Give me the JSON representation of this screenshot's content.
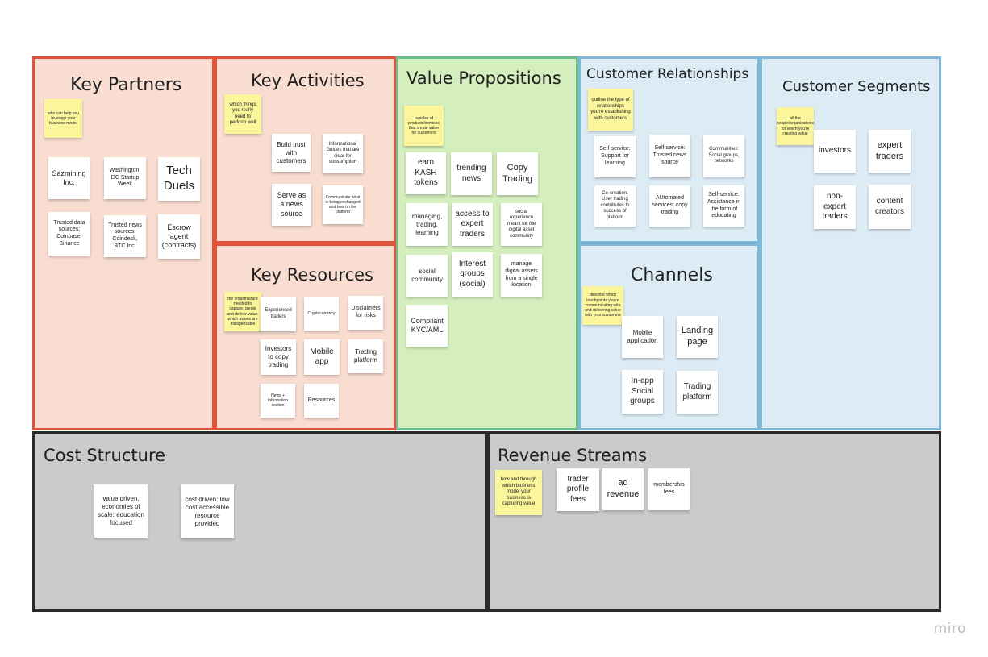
{
  "sections": {
    "key_partners": {
      "title": "Key Partners",
      "guide": "who can help you leverage your business model",
      "notes": [
        "Sazmining Inc.",
        "Washington, DC Startup Week",
        "Tech Duels",
        "Trusted data sources: Coinbase, Binance",
        "Trusted news sources: Coindesk, BTC Inc.",
        "Escrow agent (contracts)"
      ]
    },
    "key_activities": {
      "title": "Key Activities",
      "guide": "which things you really need to perform well",
      "notes": [
        "Build trust with customers",
        "Informational Guides that are clear for consumption",
        "Serve as a news source",
        "Communicate what is being exchanged and how on the platform"
      ]
    },
    "key_resources": {
      "title": "Key Resources",
      "guide": "the infrastructure needed to capture, create and deliver value. which assets are indispensable",
      "notes": [
        "Experienced traders",
        "Cryptocurrency",
        "Disclaimers for risks",
        "Investors to copy trading",
        "Mobile app",
        "Trading platform",
        "News + Information section",
        "Resources"
      ]
    },
    "value_propositions": {
      "title": "Value Propositions",
      "guide": "bundles of products/services that create value for customers",
      "notes": [
        "earn KASH tokens",
        "trending news",
        "Copy Trading",
        "managing, trading, learning",
        "access to expert traders",
        "social experience meant for the digital asset community",
        "social community",
        "Interest groups (social)",
        "manage digital assets from a single location",
        "Compliant KYC/AML"
      ]
    },
    "customer_relationships": {
      "title": "Customer Relationships",
      "guide": "outline the type of relationships you're establishing with customers",
      "notes": [
        "Self-service: Support for learning",
        "Self service: Trusted news source",
        "Communities: Social groups, networks",
        "Co-creation: User trading contributes to success of platform",
        "AUtomated services: copy trading",
        "Self-service: Assistance in the form of educating"
      ]
    },
    "channels": {
      "title": "Channels",
      "guide": "describe which touchpoints you're communicating with and delivering value with your customers",
      "notes": [
        "Mobile application",
        "Landing page",
        "In-app Social groups",
        "Trading platform"
      ]
    },
    "customer_segments": {
      "title": "Customer Segments",
      "guide": "all the people/organizations for which you're creating value",
      "notes": [
        "investors",
        "expert traders",
        "non-expert traders",
        "content creators"
      ]
    },
    "cost_structure": {
      "title": "Cost Structure",
      "notes": [
        "value driven, economies of scale: education focused",
        "cost driven: low cost accessible resource provided"
      ]
    },
    "revenue_streams": {
      "title": "Revenue Streams",
      "guide": "how and through which business model your business is capturing value",
      "notes": [
        "trader profile fees",
        "ad revenue",
        "membership fees"
      ]
    }
  },
  "watermark": "miro",
  "colors": {
    "red_border": "#e2513a",
    "red_fill": "#f8ddd0",
    "green_border": "#6cbe8c",
    "green_fill": "#d4eebd",
    "blue_border": "#7fb8d8",
    "blue_fill": "#ddebf5",
    "gray_border": "#2a2a2a",
    "gray_fill": "#cbcbcb",
    "sticky_yellow": "#fbf59b",
    "sticky_white": "#ffffff"
  }
}
